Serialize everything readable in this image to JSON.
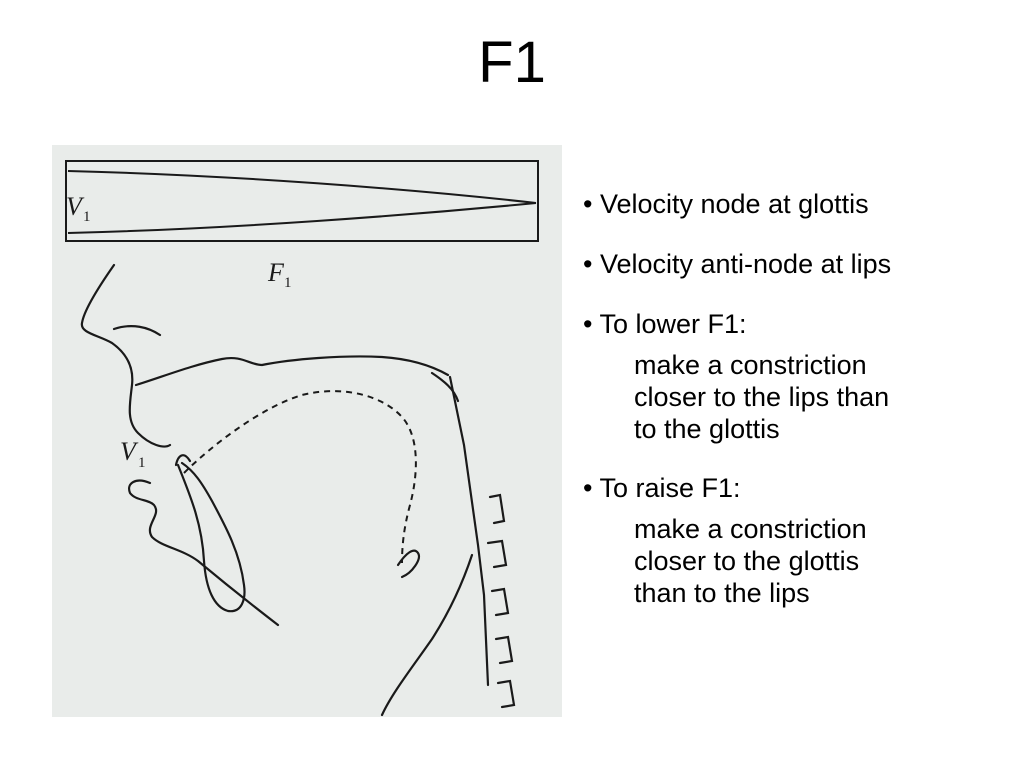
{
  "slide": {
    "title": "F1"
  },
  "figure": {
    "labels": {
      "v1_top": "V",
      "v1_top_sub": "1",
      "f1": "F",
      "f1_sub": "1",
      "v1_mouth": "V",
      "v1_mouth_sub": "1"
    },
    "colors": {
      "background": "#e9ecea",
      "line": "#1a1a1a"
    }
  },
  "bullets": [
    {
      "text": "• Velocity node at glottis"
    },
    {
      "text": "• Velocity anti-node at lips"
    },
    {
      "text": "• To lower F1:",
      "detail": "make a constriction\ncloser to the lips than\nto the glottis"
    },
    {
      "text": "• To raise F1:",
      "detail": "make a constriction\ncloser to the glottis\nthan to the lips"
    }
  ]
}
